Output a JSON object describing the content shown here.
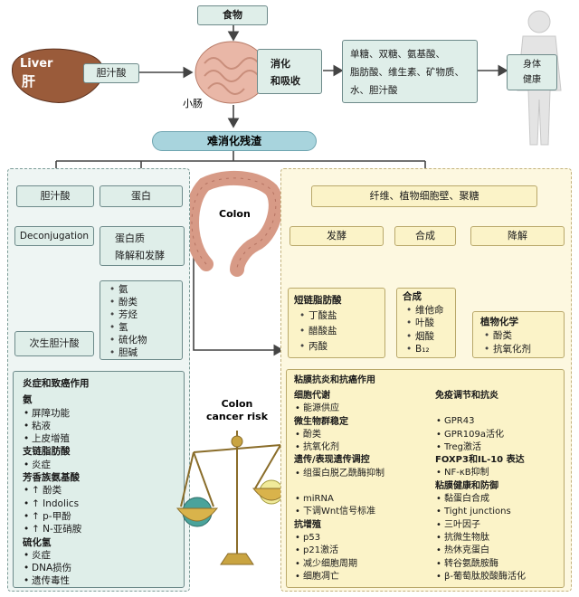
{
  "food": "食物",
  "liver_en": "Liver",
  "liver_cn": "肝",
  "bile_acid_top": "胆汁酸",
  "small_intestine": "小肠",
  "digestion": [
    "消化",
    "和吸收"
  ],
  "nutrients": [
    "单糖、双糖、氨基酸、",
    "脂肪酸、维生素、矿物质、",
    "水、胆汁酸"
  ],
  "body_health": [
    "身体",
    "健康"
  ],
  "indigestible": "难消化残渣",
  "colon": "Colon",
  "colon_cancer_risk": [
    "Colon",
    "cancer risk"
  ],
  "left": {
    "bile_acid": "胆汁酸",
    "protein": "蛋白",
    "deconjugation": "Deconjugation",
    "protein_degradation": [
      "蛋白质",
      "降解和发酵"
    ],
    "metabolites": [
      "氨",
      "酚类",
      "芳烃",
      "氢",
      "硫化物",
      "胆碱"
    ],
    "secondary_bile": "次生胆汁酸",
    "inflam_title": "炎症和致癌作用",
    "inflam_items": [
      {
        "t": "氨",
        "h": true
      },
      {
        "t": "屏障功能",
        "b": true
      },
      {
        "t": "粘液",
        "b": true
      },
      {
        "t": "上皮增殖",
        "b": true
      },
      {
        "t": "支链脂肪酸",
        "h": true
      },
      {
        "t": "炎症",
        "b": true
      },
      {
        "t": "芳香族氨基酸",
        "h": true
      },
      {
        "t": "↑ 酚类",
        "b": true
      },
      {
        "t": "↑ Indolics",
        "b": true
      },
      {
        "t": "↑ p-甲酚",
        "b": true
      },
      {
        "t": "↑ N-亚硝胺",
        "b": true
      },
      {
        "t": "硫化氢",
        "h": true
      },
      {
        "t": "炎症",
        "b": true
      },
      {
        "t": "DNA损伤",
        "b": true
      },
      {
        "t": "遗传毒性",
        "b": true
      }
    ]
  },
  "right": {
    "title": "纤维、植物细胞壁、聚糖",
    "ferment": "发酵",
    "synthesis": "合成",
    "degradation": "降解",
    "scfa_title": "短链脂肪酸",
    "scfa_items": [
      "丁酸盐",
      "醋酸盐",
      "丙酸"
    ],
    "synth_title": "合成",
    "synth_items": [
      "维他命",
      "叶酸",
      "烟酸",
      "B₁₂"
    ],
    "phyto_title": "植物化学",
    "phyto_items": [
      "酚类",
      "抗氧化剂"
    ],
    "effects_title": "粘膜抗炎和抗癌作用",
    "col1": [
      {
        "t": "细胞代谢",
        "h": true
      },
      {
        "t": "能源供应",
        "b": true
      },
      {
        "t": "微生物群稳定",
        "h": true
      },
      {
        "t": "酚类",
        "b": true
      },
      {
        "t": "抗氧化剂",
        "b": true
      },
      {
        "t": "遗传/表现遗传调控",
        "h": true
      },
      {
        "t": "组蛋白脱乙酰酶抑制",
        "b": true
      },
      {
        "t": "",
        "h": true
      },
      {
        "t": "miRNA",
        "b": true
      },
      {
        "t": "下调Wnt信号标准",
        "b": true
      },
      {
        "t": "抗增殖",
        "h": true
      },
      {
        "t": "p53",
        "b": true
      },
      {
        "t": "p21激活",
        "b": true
      },
      {
        "t": "减少细胞周期",
        "b": true
      },
      {
        "t": "细胞凋亡",
        "b": true
      }
    ],
    "col2": [
      {
        "t": "免疫调节和抗炎",
        "h": true
      },
      {
        "t": "",
        "h": true
      },
      {
        "t": "GPR43",
        "b": true
      },
      {
        "t": "GPR109a活化",
        "b": true
      },
      {
        "t": "Treg激活",
        "b": true
      },
      {
        "t": "FOXP3和IL-10 表达",
        "h": true
      },
      {
        "t": "NF-κB抑制",
        "b": true
      },
      {
        "t": "粘膜健康和防御",
        "h": true
      },
      {
        "t": "黏蛋白合成",
        "b": true
      },
      {
        "t": "Tight junctions",
        "b": true
      },
      {
        "t": "三叶因子",
        "b": true
      },
      {
        "t": "抗微生物肽",
        "b": true
      },
      {
        "t": "热休克蛋白",
        "b": true
      },
      {
        "t": "转谷氨酰胺酶",
        "b": true
      },
      {
        "t": "β-葡萄肽胶酸酶活化",
        "b": true
      }
    ]
  }
}
